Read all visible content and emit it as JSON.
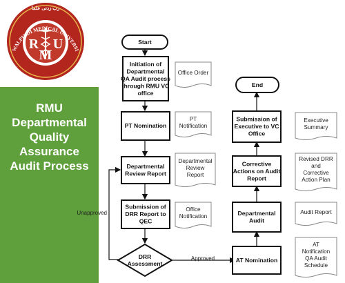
{
  "sidebar": {
    "title": "RMU\nDepartmental\nQuality\nAssurance\nAudit Process",
    "logo": {
      "arabic": "رب زدنی علما",
      "university": "RAWALPINDI MEDICAL UNIVERSITY",
      "initials_r": "R",
      "initials_m": "M",
      "initials_u": "U",
      "colors": {
        "ring": "#b3261e",
        "inner": "#c0392b",
        "text": "#ffffff"
      }
    }
  },
  "flowchart": {
    "start": "Start",
    "end": "End",
    "left_column": [
      "Initiation of\nDepartmental\nQA Audit process\nthrough RMU VC\noffice",
      "PT Nomination",
      "Departmental\nReview Report",
      "Submission of\nDRR Report to\nQEC"
    ],
    "decision": "DRR\nAssessment",
    "right_column": [
      "AT Nomination",
      "Departmental\nAudit",
      "Corrective\nActions on Audit\nReport",
      "Submission of\nExecutive to VC\nOffice"
    ],
    "edge_labels": {
      "unapproved": "Unapproved",
      "approved": "Approved"
    },
    "documents_left": [
      "Office Order",
      "PT\nNotification",
      "Departmental\nReview\nReport",
      "Office\nNotification"
    ],
    "documents_right": [
      "Executive\nSummary",
      "Revised DRR\nand\nCorrective\nAction Plan",
      "Audit Report",
      "AT\nNotification\nQA Audit\nSchedule"
    ]
  },
  "colors": {
    "accent_green": "#5fa03c",
    "box_border": "#111111",
    "doc_border": "#888888"
  }
}
